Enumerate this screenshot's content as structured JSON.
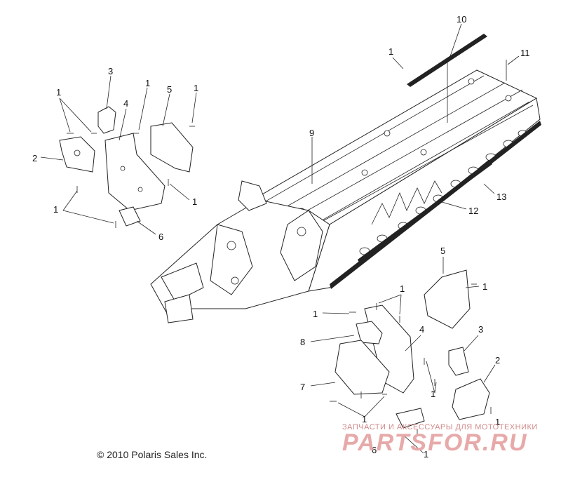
{
  "callouts": {
    "c1a": "1",
    "c1b": "1",
    "c1c": "1",
    "c1d": "1",
    "c1e": "1",
    "c1f": "1",
    "c1g": "1",
    "c1h": "1",
    "c1i": "1",
    "c1j": "1",
    "c1k": "1",
    "c1l": "1",
    "c1m": "1",
    "c2a": "2",
    "c2b": "2",
    "c3a": "3",
    "c3b": "3",
    "c4a": "4",
    "c4b": "4",
    "c5a": "5",
    "c5b": "5",
    "c6a": "6",
    "c6b": "6",
    "c7": "7",
    "c8": "8",
    "c9": "9",
    "c10": "10",
    "c11": "11",
    "c12": "12",
    "c13": "13"
  },
  "copyright": "© 2010 Polaris Sales Inc.",
  "watermark": {
    "tagline": "ЗАПЧАСТИ И АКСЕССУАРЫ ДЛЯ МОТОТЕХНИКИ",
    "brand": "PARTSFOR.RU"
  }
}
